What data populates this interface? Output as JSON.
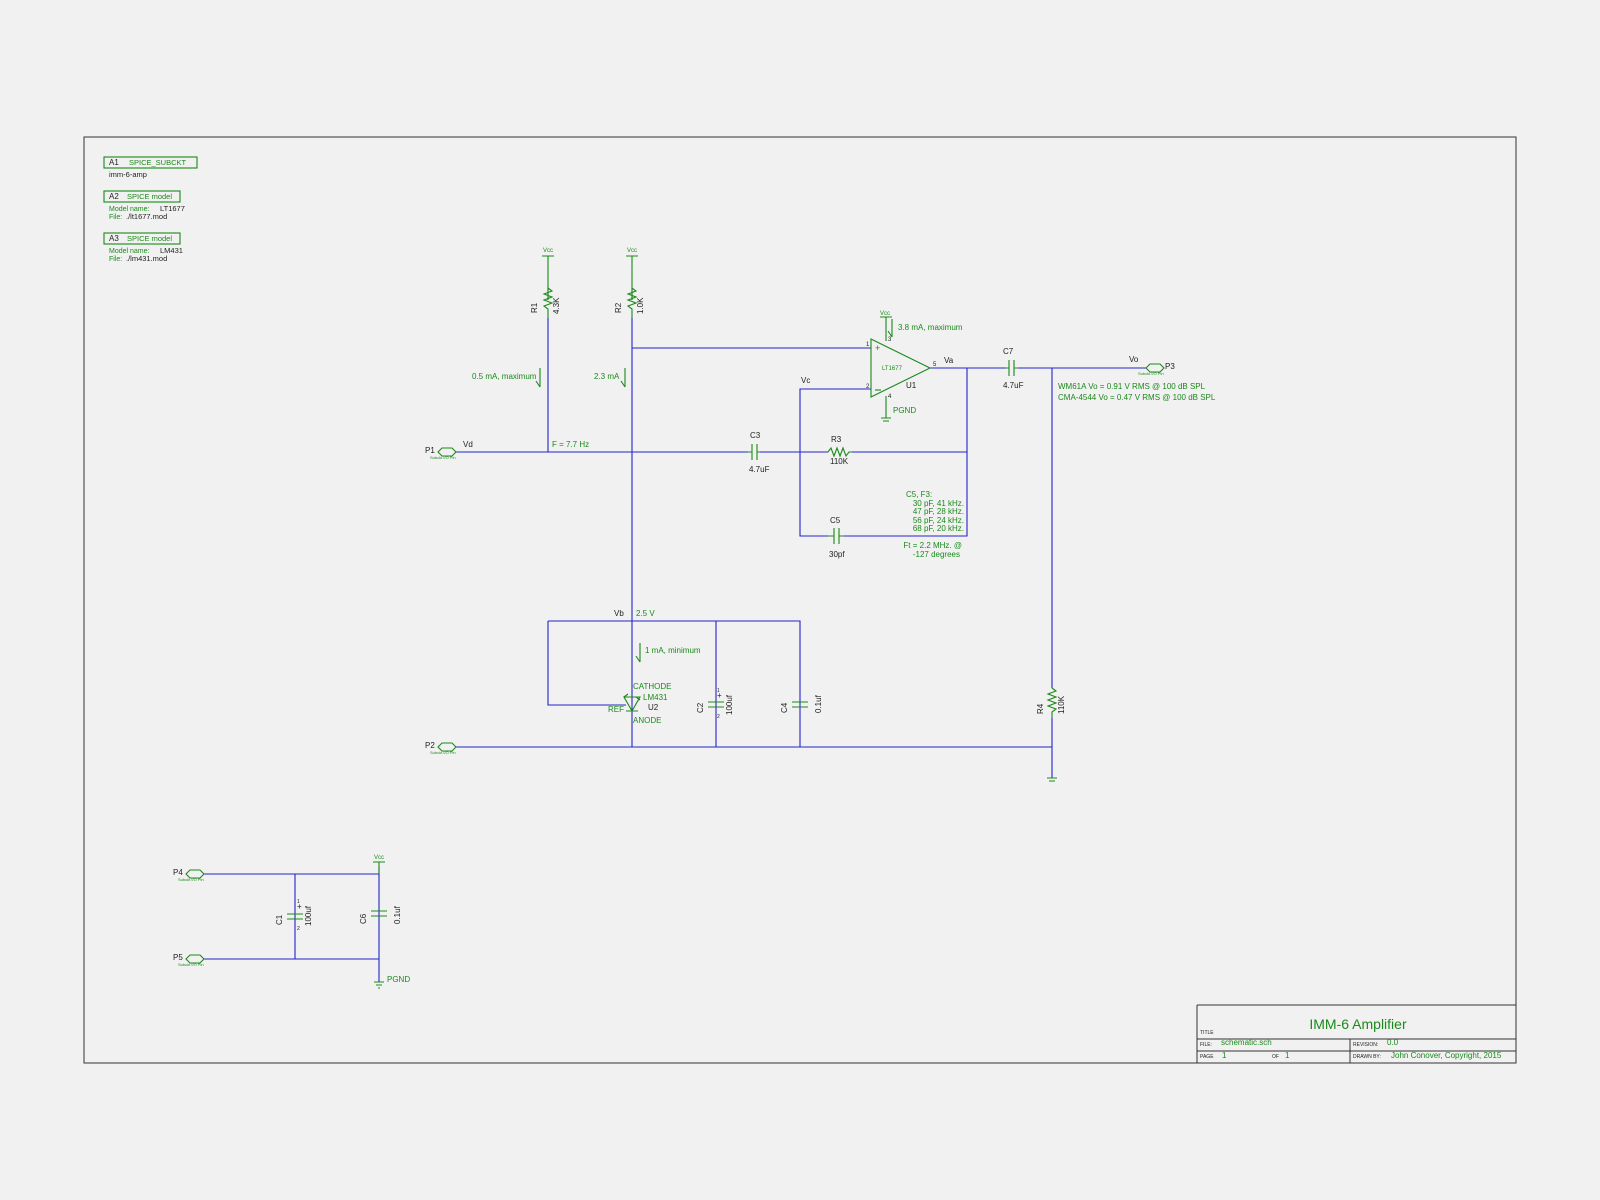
{
  "attributes": [
    {
      "ref": "A1",
      "title": "SPICE_SUBCKT",
      "lines": [
        {
          "label": "",
          "value": "imm-6-amp"
        }
      ]
    },
    {
      "ref": "A2",
      "title": "SPICE model",
      "lines": [
        {
          "label": "Model name:",
          "value": "LT1677"
        },
        {
          "label": "File:",
          "value": "./lt1677.mod"
        }
      ]
    },
    {
      "ref": "A3",
      "title": "SPICE model",
      "lines": [
        {
          "label": "Model name:",
          "value": "LM431"
        },
        {
          "label": "File:",
          "value": "./lm431.mod"
        }
      ]
    }
  ],
  "power": {
    "vcc": "Vcc",
    "pgnd": "PGND"
  },
  "ports": {
    "p1": "P1",
    "p2": "P2",
    "p3": "P3",
    "p4": "P4",
    "p5": "P5",
    "type": "Subckt I/O Pin"
  },
  "components": {
    "r1": {
      "ref": "R1",
      "value": "4.3K"
    },
    "r2": {
      "ref": "R2",
      "value": "1.0K"
    },
    "r3": {
      "ref": "R3",
      "value": "110K"
    },
    "r4": {
      "ref": "R4",
      "value": "110K"
    },
    "c1": {
      "ref": "C1",
      "value": "100uf"
    },
    "c2": {
      "ref": "C2",
      "value": "100uf"
    },
    "c3": {
      "ref": "C3",
      "value": "4.7uF"
    },
    "c4": {
      "ref": "C4",
      "value": "0.1uf"
    },
    "c5": {
      "ref": "C5",
      "value": "30pf"
    },
    "c6": {
      "ref": "C6",
      "value": "0.1uf"
    },
    "c7": {
      "ref": "C7",
      "value": "4.7uF"
    },
    "u1": {
      "ref": "U1",
      "part": "LT1677",
      "pin1": "1",
      "pin2": "2",
      "pin3": "3",
      "pin4": "4",
      "pin5": "5"
    },
    "u2": {
      "ref": "U2",
      "part": "LM431",
      "cathode": "CATHODE",
      "anode": "ANODE",
      "ref_pin": "REF"
    },
    "pin_plus": "+",
    "pin_one": "1",
    "pin_two": "2"
  },
  "nets": {
    "vd": "Vd",
    "vc": "Vc",
    "va": "Va",
    "vo": "Vo",
    "vb": "Vb"
  },
  "notes": {
    "r1_current": "0.5 mA, maximum",
    "r2_current": "2.3 mA",
    "u1_current": "3.8 mA, maximum",
    "freq": "F = 7.7 Hz",
    "vb_voltage": "2.5 V",
    "u2_current": "1 mA, minimum",
    "c5_table": [
      "C5, F3:",
      "30 pF, 41 kHz.",
      "47 pF, 28 kHz.",
      "56 pF, 24 kHz.",
      "68 pF, 20 kHz."
    ],
    "ft": [
      "Ft = 2.2 MHz. @",
      "-127 degrees"
    ],
    "mic1": "WM61A Vo = 0.91 V RMS @ 100 dB SPL",
    "mic2": "CMA-4544 Vo = 0.47 V RMS @ 100 dB SPL"
  },
  "title_block": {
    "title_label": "TITLE",
    "title": "IMM-6 Amplifier",
    "file_label": "FILE:",
    "file": "schematic.sch",
    "revision_label": "REVISION:",
    "revision": "0.0",
    "page_label": "PAGE",
    "page": "1",
    "of_label": "OF",
    "of": "1",
    "drawn_label": "DRAWN BY:",
    "drawn_by": "John Conover, Copyright, 2015"
  }
}
